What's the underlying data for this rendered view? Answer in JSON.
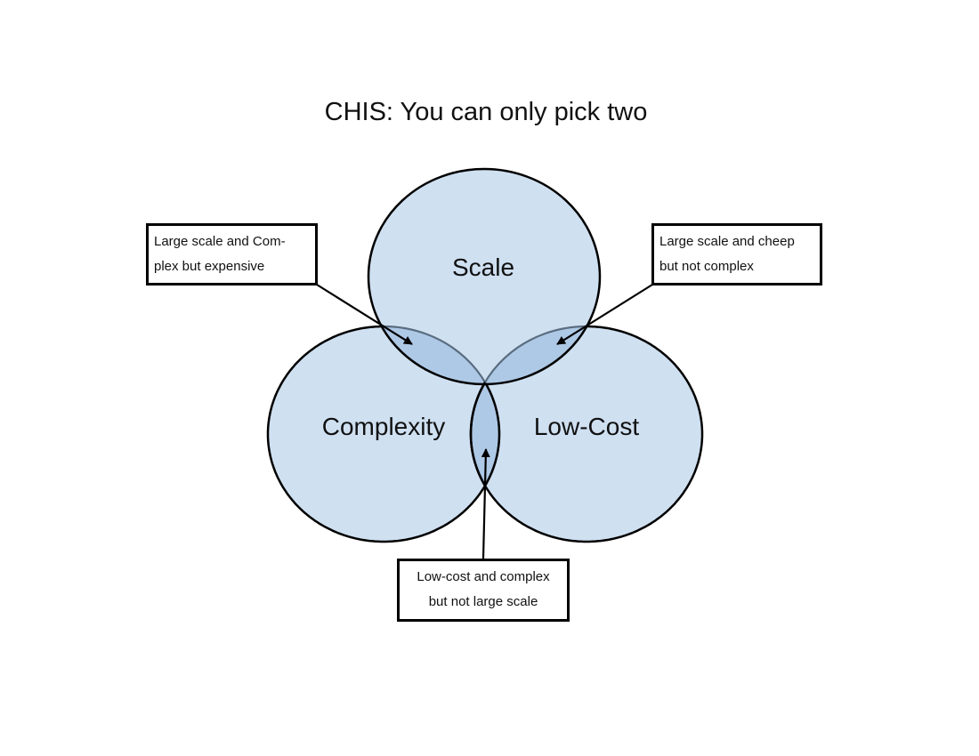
{
  "title": "CHIS: You can only pick two",
  "sets": {
    "scale": "Scale",
    "complexity": "Complexity",
    "low_cost": "Low-Cost"
  },
  "callouts": {
    "scale_complexity": [
      "Large scale and Com-",
      "plex but expensive"
    ],
    "scale_lowcost": [
      "Large scale and cheep",
      "but not complex"
    ],
    "complexity_lowcost": [
      "Low-cost and complex",
      "but not large scale"
    ]
  },
  "colors": {
    "circle_fill": "#cfe0f1",
    "overlap_fill": "#aec9e6",
    "overlap_edge": "#5a6d80",
    "outline": "#000000"
  }
}
